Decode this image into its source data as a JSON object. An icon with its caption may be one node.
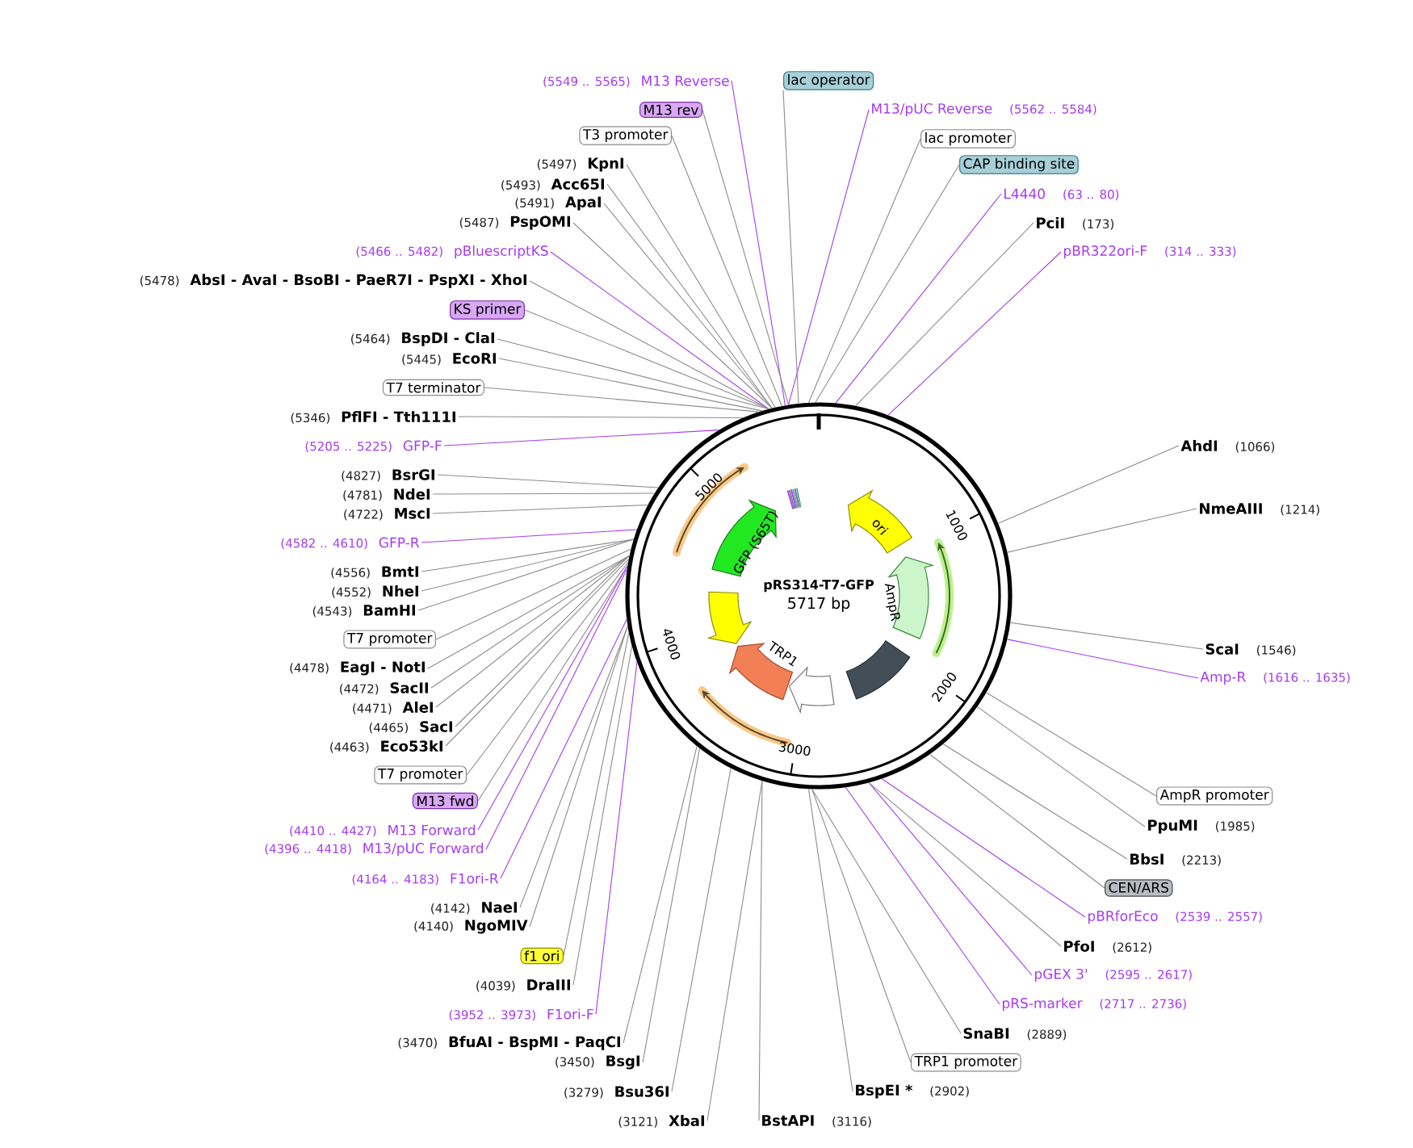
{
  "diagram": {
    "nodes": [
      {
        "text": [
          "M13 Reverse"
        ],
        "beside": [
          "(5549 .. 5565)"
        ]
      },
      {
        "text": [
          "M13 rev"
        ]
      },
      {
        "text": [
          "T3 promoter"
        ]
      },
      {
        "text": [
          "KpnI"
        ],
        "beside": [
          "(5497)"
        ]
      },
      {
        "text": [
          "Acc65I"
        ],
        "beside": [
          "(5493)"
        ]
      },
      {
        "text": [
          "ApaI"
        ],
        "beside": [
          "(5491)"
        ]
      },
      {
        "text": [
          "PspOMI"
        ],
        "beside": [
          "(5487)"
        ]
      },
      {
        "text": [
          "pBluescriptKS"
        ],
        "beside": [
          "(5466 .. 5482)"
        ]
      },
      {
        "text": [
          "AbsI - AvaI - BsoBI - PaeR7I - PspXI - XhoI"
        ],
        "beside": [
          "(5478)"
        ]
      },
      {
        "text": [
          "KS primer"
        ]
      },
      {
        "text": [
          "BspDI - ClaI"
        ],
        "beside": [
          "(5464)"
        ]
      },
      {
        "text": [
          "EcoRI"
        ],
        "beside": [
          "(5445)"
        ]
      },
      {
        "text": [
          "T7 terminator"
        ]
      },
      {
        "text": [
          "PflFI - Tth111I"
        ],
        "beside": [
          "(5346)"
        ]
      },
      {
        "text": [
          "GFP-F"
        ],
        "beside": [
          "(5205 .. 5225)"
        ]
      },
      {
        "text": [
          "BsrGI"
        ],
        "beside": [
          "(4827)"
        ]
      },
      {
        "text": [
          "NdeI"
        ],
        "beside": [
          "(4781)"
        ]
      },
      {
        "text": [
          "MscI"
        ],
        "beside": [
          "(4722)"
        ]
      },
      {
        "text": [
          "GFP-R"
        ],
        "beside": [
          "(4582 .. 4610)"
        ]
      },
      {
        "text": [
          "BmtI"
        ],
        "beside": [
          "(4556)"
        ]
      },
      {
        "text": [
          "NheI"
        ],
        "beside": [
          "(4552)"
        ]
      },
      {
        "text": [
          "BamHI"
        ],
        "beside": [
          "(4543)"
        ]
      },
      {
        "text": [
          "T7 promoter"
        ]
      },
      {
        "text": [
          "EagI - NotI"
        ],
        "beside": [
          "(4478)"
        ]
      },
      {
        "text": [
          "SacII"
        ],
        "beside": [
          "(4472)"
        ]
      },
      {
        "text": [
          "AleI"
        ],
        "beside": [
          "(4471)"
        ]
      },
      {
        "text": [
          "SacI"
        ],
        "beside": [
          "(4465)"
        ]
      },
      {
        "text": [
          "Eco53kI"
        ],
        "beside": [
          "(4463)"
        ]
      },
      {
        "text": [
          "T7 promoter"
        ]
      },
      {
        "text": [
          "M13 fwd"
        ]
      },
      {
        "text": [
          "M13 Forward"
        ],
        "beside": [
          "(4410 .. 4427)"
        ]
      },
      {
        "text": [
          "M13/pUC Forward"
        ],
        "beside": [
          "(4396 .. 4418)"
        ]
      },
      {
        "text": [
          "F1ori-R"
        ],
        "beside": [
          "(4164 .. 4183)"
        ]
      },
      {
        "text": [
          "NaeI"
        ],
        "beside": [
          "(4142)"
        ]
      },
      {
        "text": [
          "NgoMIV"
        ],
        "beside": [
          "(4140)"
        ]
      },
      {
        "text": [
          "f1 ori"
        ]
      },
      {
        "text": [
          "DraIII"
        ],
        "beside": [
          "(4039)"
        ]
      },
      {
        "text": [
          "F1ori-F"
        ],
        "beside": [
          "(3952 .. 3973)"
        ]
      },
      {
        "text": [
          "BfuAI - BspMI - PaqCI"
        ],
        "beside": [
          "(3470)"
        ]
      },
      {
        "text": [
          "BsgI"
        ],
        "beside": [
          "(3450)"
        ]
      },
      {
        "text": [
          "Bsu36I"
        ],
        "beside": [
          "(3279)"
        ]
      },
      {
        "text": [
          "XbaI"
        ],
        "beside": [
          "(3121)"
        ]
      },
      {
        "text": [
          "BstAPI"
        ],
        "beside": [
          "(3116)"
        ]
      },
      {
        "text": [
          "BspEI *"
        ],
        "beside": [
          "(2902)"
        ]
      },
      {
        "text": [
          "TRP1 promoter"
        ]
      },
      {
        "text": [
          "SnaBI"
        ],
        "beside": [
          "(2889)"
        ]
      },
      {
        "text": [
          "pRS-marker"
        ],
        "beside": [
          "(2717 .. 2736)"
        ]
      },
      {
        "text": [
          "pGEX 3'"
        ],
        "beside": [
          "(2595 .. 2617)"
        ]
      },
      {
        "text": [
          "PfoI"
        ],
        "beside": [
          "(2612)"
        ]
      },
      {
        "text": [
          "pBRforEco"
        ],
        "beside": [
          "(2539 .. 2557)"
        ]
      },
      {
        "text": [
          "CEN/ARS"
        ]
      },
      {
        "text": [
          "BbsI"
        ],
        "beside": [
          "(2213)"
        ]
      },
      {
        "text": [
          "PpuMI"
        ],
        "beside": [
          "(1985)"
        ]
      },
      {
        "text": [
          "AmpR promoter"
        ]
      },
      {
        "text": [
          "Amp-R"
        ],
        "beside": [
          "(1616 .. 1635)"
        ]
      },
      {
        "text": [
          "ScaI"
        ],
        "beside": [
          "(1546)"
        ]
      },
      {
        "text": [
          "NmeAIII"
        ],
        "beside": [
          "(1214)"
        ]
      },
      {
        "text": [
          "AhdI"
        ],
        "beside": [
          "(1066)"
        ]
      },
      {
        "text": [
          "pBR322ori-F"
        ],
        "beside": [
          "(314 .. 333)"
        ]
      },
      {
        "text": [
          "PciI"
        ],
        "beside": [
          "(173)"
        ]
      },
      {
        "text": [
          "L4440"
        ],
        "beside": [
          "(63 .. 80)"
        ]
      },
      {
        "text": [
          "CAP binding site"
        ]
      },
      {
        "text": [
          "lac promoter"
        ]
      },
      {
        "text": [
          "M13/pUC Reverse"
        ],
        "beside": [
          "(5562 .. 5584)"
        ]
      },
      {
        "text": [
          "lac operator"
        ]
      },
      {
        "text": [
          "pRS314-T7-GFP",
          "5717 bp"
        ]
      },
      {
        "text": [
          "GFP (S65T)"
        ],
        "in": 65
      },
      {
        "text": [
          "ori"
        ],
        "in": 65
      },
      {
        "text": [
          "AmpR"
        ],
        "in": 65
      },
      {
        "text": [],
        "shape": "box",
        "in": 65
      },
      {
        "text": [],
        "shape": "arrow",
        "in": 65
      },
      {
        "text": [
          "TRP1"
        ],
        "in": 65
      },
      {
        "text": [],
        "shape": "arrow",
        "in": 65
      }
    ],
    "edges": [
      {
        "from": 0,
        "to": 65,
        "arrow": "none",
        "color": "#a53cf0"
      },
      {
        "from": 1,
        "to": 65,
        "arrow": "none"
      },
      {
        "from": 2,
        "to": 65,
        "arrow": "none"
      },
      {
        "from": 3,
        "to": 65,
        "arrow": "none"
      },
      {
        "from": 4,
        "to": 65,
        "arrow": "none"
      },
      {
        "from": 5,
        "to": 65,
        "arrow": "none"
      },
      {
        "from": 6,
        "to": 65,
        "arrow": "none"
      },
      {
        "from": 7,
        "to": 65,
        "arrow": "none",
        "color": "#a53cf0"
      },
      {
        "from": 8,
        "to": 65,
        "arrow": "none"
      },
      {
        "from": 9,
        "to": 65,
        "arrow": "none"
      },
      {
        "from": 10,
        "to": 65,
        "arrow": "none"
      },
      {
        "from": 11,
        "to": 65,
        "arrow": "none"
      },
      {
        "from": 12,
        "to": 65,
        "arrow": "none"
      },
      {
        "from": 13,
        "to": 65,
        "arrow": "none"
      },
      {
        "from": 14,
        "to": 65,
        "arrow": "none",
        "color": "#a53cf0"
      },
      {
        "from": 15,
        "to": 65,
        "arrow": "none"
      },
      {
        "from": 16,
        "to": 65,
        "arrow": "none"
      },
      {
        "from": 17,
        "to": 65,
        "arrow": "none"
      },
      {
        "from": 18,
        "to": 65,
        "arrow": "none",
        "color": "#a53cf0"
      },
      {
        "from": 19,
        "to": 65,
        "arrow": "none"
      },
      {
        "from": 20,
        "to": 65,
        "arrow": "none"
      },
      {
        "from": 21,
        "to": 65,
        "arrow": "none"
      },
      {
        "from": 22,
        "to": 65,
        "arrow": "none"
      },
      {
        "from": 23,
        "to": 65,
        "arrow": "none"
      },
      {
        "from": 24,
        "to": 65,
        "arrow": "none"
      },
      {
        "from": 25,
        "to": 65,
        "arrow": "none"
      },
      {
        "from": 26,
        "to": 65,
        "arrow": "none"
      },
      {
        "from": 27,
        "to": 65,
        "arrow": "none"
      },
      {
        "from": 28,
        "to": 65,
        "arrow": "none"
      },
      {
        "from": 29,
        "to": 65,
        "arrow": "none"
      },
      {
        "from": 30,
        "to": 65,
        "arrow": "none",
        "color": "#a53cf0"
      },
      {
        "from": 31,
        "to": 65,
        "arrow": "none",
        "color": "#a53cf0"
      },
      {
        "from": 32,
        "to": 65,
        "arrow": "none",
        "color": "#a53cf0"
      },
      {
        "from": 33,
        "to": 65,
        "arrow": "none"
      },
      {
        "from": 34,
        "to": 65,
        "arrow": "none"
      },
      {
        "from": 35,
        "to": 65,
        "arrow": "none"
      },
      {
        "from": 36,
        "to": 65,
        "arrow": "none"
      },
      {
        "from": 37,
        "to": 65,
        "arrow": "none",
        "color": "#a53cf0"
      },
      {
        "from": 38,
        "to": 65,
        "arrow": "none"
      },
      {
        "from": 39,
        "to": 65,
        "arrow": "none"
      },
      {
        "from": 40,
        "to": 65,
        "arrow": "none"
      },
      {
        "from": 41,
        "to": 65,
        "arrow": "none"
      },
      {
        "from": 42,
        "to": 65,
        "arrow": "none"
      },
      {
        "from": 43,
        "to": 65,
        "arrow": "none"
      },
      {
        "from": 44,
        "to": 65,
        "arrow": "none"
      },
      {
        "from": 45,
        "to": 65,
        "arrow": "none"
      },
      {
        "from": 46,
        "to": 65,
        "arrow": "none",
        "color": "#a53cf0"
      },
      {
        "from": 47,
        "to": 65,
        "arrow": "none",
        "color": "#a53cf0"
      },
      {
        "from": 48,
        "to": 65,
        "arrow": "none"
      },
      {
        "from": 49,
        "to": 65,
        "arrow": "none",
        "color": "#a53cf0"
      },
      {
        "from": 50,
        "to": 65,
        "arrow": "none"
      },
      {
        "from": 51,
        "to": 65,
        "arrow": "none"
      },
      {
        "from": 52,
        "to": 65,
        "arrow": "none"
      },
      {
        "from": 53,
        "to": 65,
        "arrow": "none"
      },
      {
        "from": 54,
        "to": 65,
        "arrow": "none",
        "color": "#a53cf0"
      },
      {
        "from": 55,
        "to": 65,
        "arrow": "none"
      },
      {
        "from": 56,
        "to": 65,
        "arrow": "none"
      },
      {
        "from": 57,
        "to": 65,
        "arrow": "none"
      },
      {
        "from": 58,
        "to": 65,
        "arrow": "none",
        "color": "#a53cf0"
      },
      {
        "from": 59,
        "to": 65,
        "arrow": "none"
      },
      {
        "from": 60,
        "to": 65,
        "arrow": "none",
        "color": "#a53cf0"
      },
      {
        "from": 61,
        "to": 65,
        "arrow": "none"
      },
      {
        "from": 62,
        "to": 65,
        "arrow": "none"
      },
      {
        "from": 63,
        "to": 65,
        "arrow": "none",
        "color": "#a53cf0"
      },
      {
        "from": 64,
        "to": 65,
        "arrow": "none"
      }
    ],
    "labels": [
      "1000",
      "2000",
      "3000",
      "4000",
      "5000"
    ]
  }
}
